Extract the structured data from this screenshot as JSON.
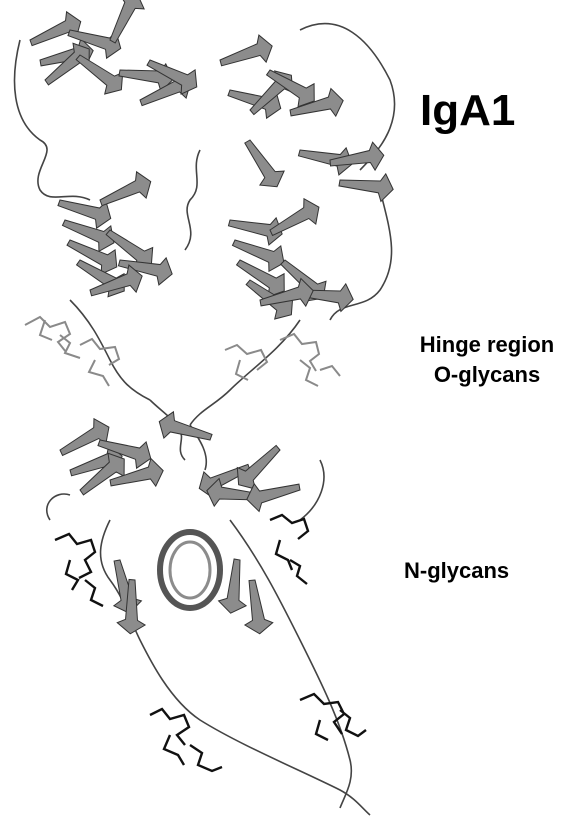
{
  "labels": {
    "title": "IgA1",
    "hinge_line1": "Hinge region",
    "hinge_line2": "O-glycans",
    "n_glycans": "N-glycans"
  },
  "colors": {
    "ribbon_fill": "#8c8c8c",
    "ribbon_dark": "#555555",
    "backbone": "#444444",
    "o_glycan": "#8a8a8a",
    "n_glycan": "#111111"
  }
}
